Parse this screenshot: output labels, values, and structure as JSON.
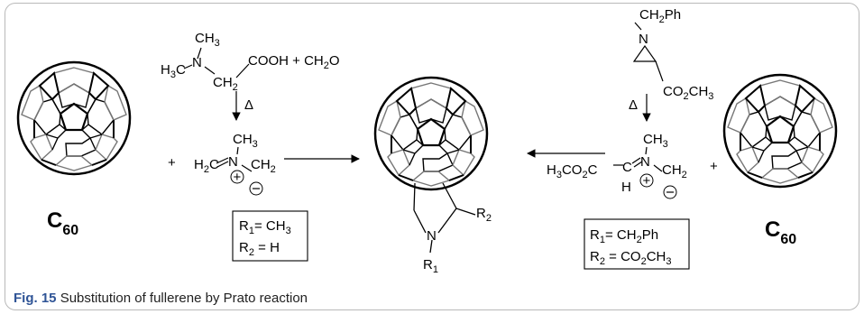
{
  "caption": {
    "label": "Fig. 15",
    "text": "Substitution of fullerene by Prato reaction"
  },
  "left_route": {
    "reagent_line": "COOH + CH2O",
    "heat_symbol": "Δ",
    "ylide_left": "H2C",
    "ylide_n": "N",
    "ylide_methyl": "CH3",
    "ylide_right": "CH2",
    "reactant_label": "C60",
    "plus": "+",
    "substituents": [
      "R1= CH3",
      "R2 = H"
    ]
  },
  "right_route": {
    "aziridine_benzyl": "CH2Ph",
    "aziridine_ester": "CO2CH3",
    "heat_symbol": "Δ",
    "ylide_left": "H3CO2C",
    "ylide_n": "N",
    "ylide_methyl": "CH3",
    "ylide_right": "CH2",
    "ylide_h": "H",
    "reactant_label": "C60",
    "plus": "+",
    "substituents": [
      "R1= CH2Ph",
      "R2 = CO2CH3"
    ]
  },
  "product": {
    "n_label": "N",
    "r1": "R1",
    "r2": "R2"
  }
}
